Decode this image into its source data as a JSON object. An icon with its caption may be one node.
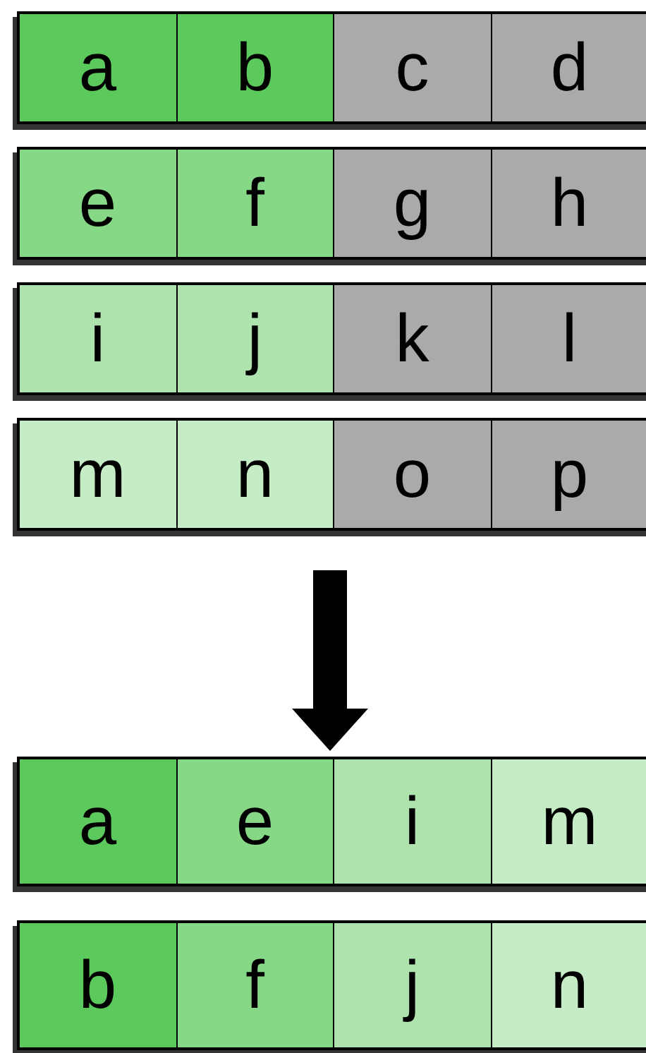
{
  "diagram": {
    "nodes": [
      {
        "text": [],
        "shape": "bar"
      },
      {
        "text": [
          "a"
        ],
        "in": 0
      },
      {
        "text": [
          "b"
        ],
        "in": 0
      },
      {
        "text": [
          "c"
        ],
        "in": 0
      },
      {
        "text": [
          "d"
        ],
        "in": 0
      },
      {
        "text": [],
        "shape": "bar"
      },
      {
        "text": [
          "e"
        ],
        "in": 5
      },
      {
        "text": [
          "f"
        ],
        "in": 5
      },
      {
        "text": [
          "g"
        ],
        "in": 5
      },
      {
        "text": [
          "h"
        ],
        "in": 5
      },
      {
        "text": [],
        "shape": "bar"
      },
      {
        "text": [
          "i"
        ],
        "in": 10
      },
      {
        "text": [
          "j"
        ],
        "in": 10
      },
      {
        "text": [
          "k"
        ],
        "in": 10
      },
      {
        "text": [
          "l"
        ],
        "in": 10
      },
      {
        "text": [],
        "shape": "bar"
      },
      {
        "text": [
          "m"
        ],
        "in": 15
      },
      {
        "text": [
          "n"
        ],
        "in": 15
      },
      {
        "text": [
          "o"
        ],
        "in": 15
      },
      {
        "text": [
          "p"
        ],
        "in": 15
      },
      {
        "text": [],
        "shape": "bar"
      },
      {
        "text": [
          "a"
        ],
        "in": 20
      },
      {
        "text": [
          "e"
        ],
        "in": 20
      },
      {
        "text": [
          "i"
        ],
        "in": 20
      },
      {
        "text": [
          "m"
        ],
        "in": 20
      },
      {
        "text": [],
        "shape": "bar"
      },
      {
        "text": [
          "b"
        ],
        "in": 25
      },
      {
        "text": [
          "f"
        ],
        "in": 25
      },
      {
        "text": [
          "j"
        ],
        "in": 25
      },
      {
        "text": [
          "n"
        ],
        "in": 25
      }
    ],
    "edges": [
      {
        "from": 15,
        "to": 20,
        "arrow": "to"
      }
    ]
  }
}
